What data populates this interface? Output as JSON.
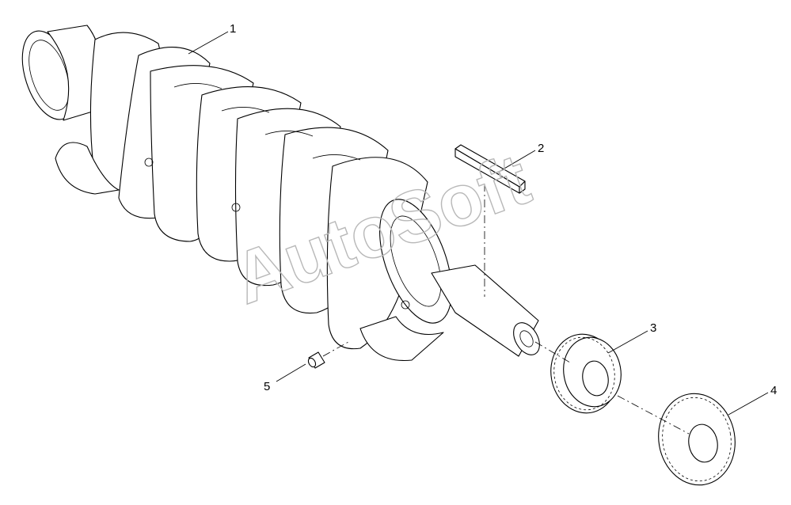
{
  "watermark": "AutoSoft",
  "callouts": [
    {
      "id": "1",
      "label": "1",
      "part": "crankshaft"
    },
    {
      "id": "2",
      "label": "2",
      "part": "key"
    },
    {
      "id": "3",
      "label": "3",
      "part": "gear"
    },
    {
      "id": "4",
      "label": "4",
      "part": "gear"
    },
    {
      "id": "5",
      "label": "5",
      "part": "pin"
    }
  ],
  "colors": {
    "line": "#000000",
    "watermark": "#b8b8b8",
    "background": "#ffffff"
  }
}
